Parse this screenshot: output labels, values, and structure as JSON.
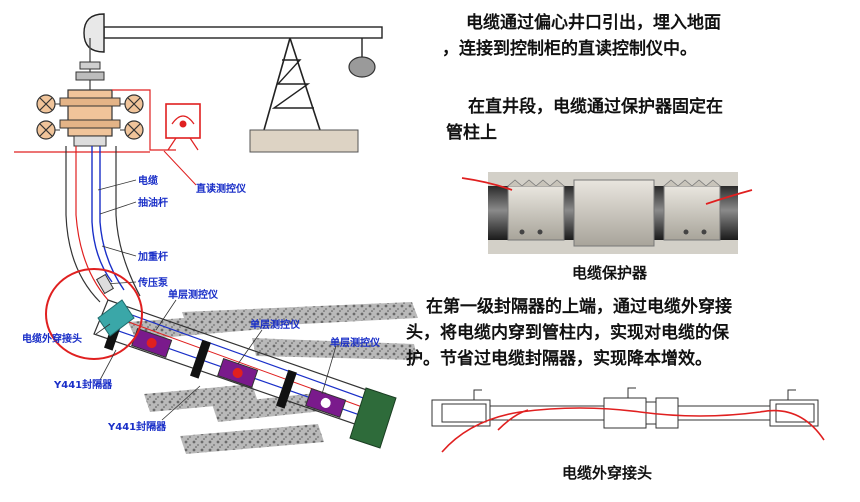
{
  "text": {
    "p1_line1": "电缆通过偏心井口引出，埋入地面",
    "p1_line2": "，连接到控制柜的直读控制仪中。",
    "p2_line1": "在直井段，电缆通过保护器固定在",
    "p2_line2": "管柱上",
    "p3_line1": "在第一级封隔器的上端，通过电缆外穿接",
    "p3_line2": "头，将电缆内穿到管柱内，实现对电缆的保",
    "p3_line3": "护。节省过电缆封隔器，实现降本增效。",
    "cap_protector": "电缆保护器",
    "cap_connector": "电缆外穿接头"
  },
  "labels": {
    "cable": "电缆",
    "rod": "抽油杆",
    "direct_meter": "直读测控仪",
    "heavy_rod": "加重杆",
    "pump": "传压泵",
    "outer_connector": "电缆外穿接头",
    "layer1": "单层测控仪",
    "layer2": "单层测控仪",
    "layer3": "单层测控仪",
    "packer1": "Y441封隔器",
    "packer2": "Y441封隔器"
  },
  "colors": {
    "label_blue": "#1a2fc8",
    "annotation_red": "#e02020",
    "instrument_purple": "#7a1a8c",
    "connector_teal": "#3aa7a8",
    "rock_gray": "#8a8a8a",
    "tower_line": "#222222",
    "base_fill": "#ddd3c4"
  }
}
